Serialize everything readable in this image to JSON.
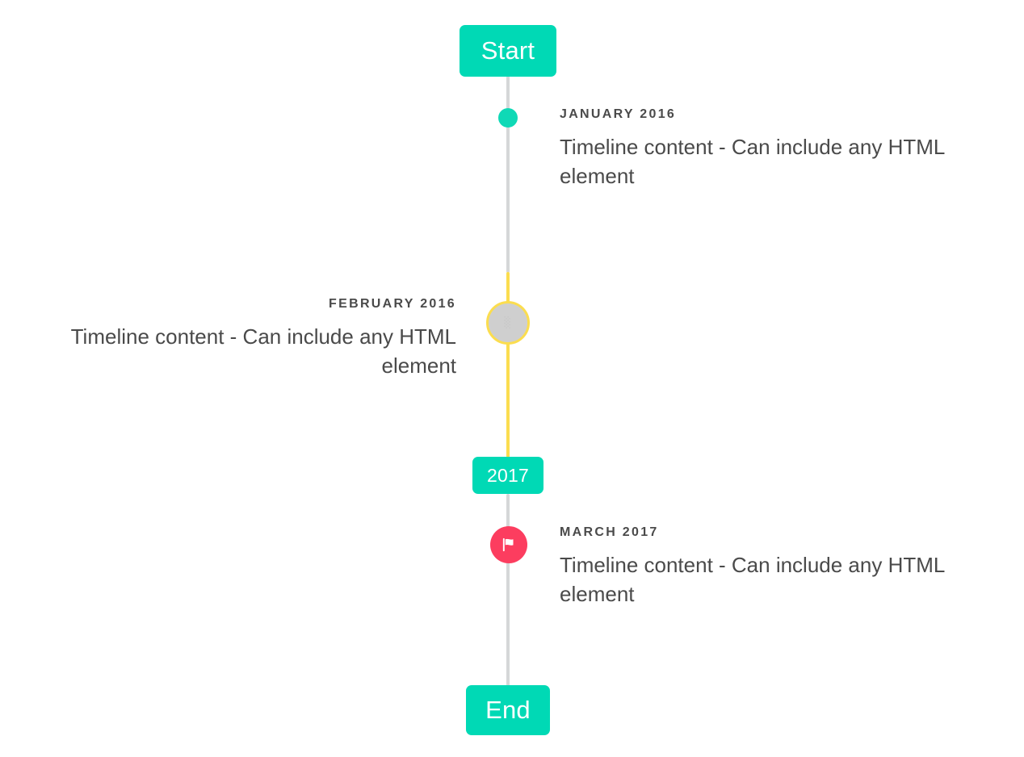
{
  "timeline": {
    "start_badge": {
      "label": "Start"
    },
    "year_badge": {
      "label": "2017"
    },
    "end_badge": {
      "label": "End"
    },
    "entries": [
      {
        "label": "JANUARY 2016",
        "body": "Timeline content - Can include any HTML element",
        "side": "right",
        "marker": "teal-dot"
      },
      {
        "label": "FEBRUARY 2016",
        "body": "Timeline content - Can include any HTML element",
        "side": "left",
        "marker": "gray-circle-yellow-ring",
        "marker_glyph": "░"
      },
      {
        "label": "MARCH 2017",
        "body": "Timeline content - Can include any HTML element",
        "side": "right",
        "marker": "flag-icon"
      }
    ]
  },
  "colors": {
    "accent_teal": "#00d9b5",
    "marker_teal": "#0fd9b6",
    "highlight_yellow": "#fbdd4f",
    "flag_pink": "#fc3d5f",
    "rail_gray": "#d5d7d8",
    "marker_gray": "#cfcfcf",
    "text_dark": "#4a4a4a",
    "background": "#ffffff"
  }
}
